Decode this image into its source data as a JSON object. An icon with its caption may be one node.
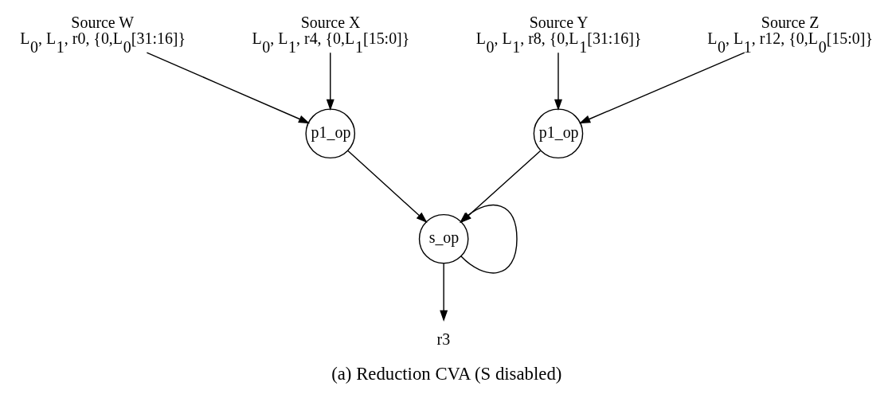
{
  "diagram": {
    "caption": "(a) Reduction CVA (S disabled)",
    "nodes": [
      {
        "text": [
          "Source W",
          "L$_{0}$, L$_{1}$, r0, {0,L$_{0}$[31:16]}"
        ]
      },
      {
        "text": [
          "Source X",
          "L$_{0}$, L$_{1}$, r4, {0,L$_{1}$[15:0]}"
        ]
      },
      {
        "text": [
          "Source Y",
          "L$_{0}$, L$_{1}$, r8, {0,L$_{1}$[31:16]}"
        ]
      },
      {
        "text": [
          "Source Z",
          "L$_{0}$, L$_{1}$, r12, {0,L$_{0}$[15:0]}"
        ]
      },
      {
        "text": [
          "p1_op"
        ]
      },
      {
        "text": [
          "p1_op"
        ]
      },
      {
        "text": [
          "s_op"
        ]
      },
      {
        "text": [
          "r3"
        ]
      }
    ],
    "edges": [
      {
        "from": 0,
        "to": 4,
        "arrow": "to"
      },
      {
        "from": 1,
        "to": 4,
        "arrow": "to"
      },
      {
        "from": 2,
        "to": 5,
        "arrow": "to"
      },
      {
        "from": 3,
        "to": 5,
        "arrow": "to"
      },
      {
        "from": 4,
        "to": 6,
        "arrow": "to"
      },
      {
        "from": 5,
        "to": 6,
        "arrow": "to"
      },
      {
        "from": 6,
        "to": 6,
        "arrow": "to"
      },
      {
        "from": 6,
        "to": 7,
        "arrow": "to"
      }
    ]
  }
}
